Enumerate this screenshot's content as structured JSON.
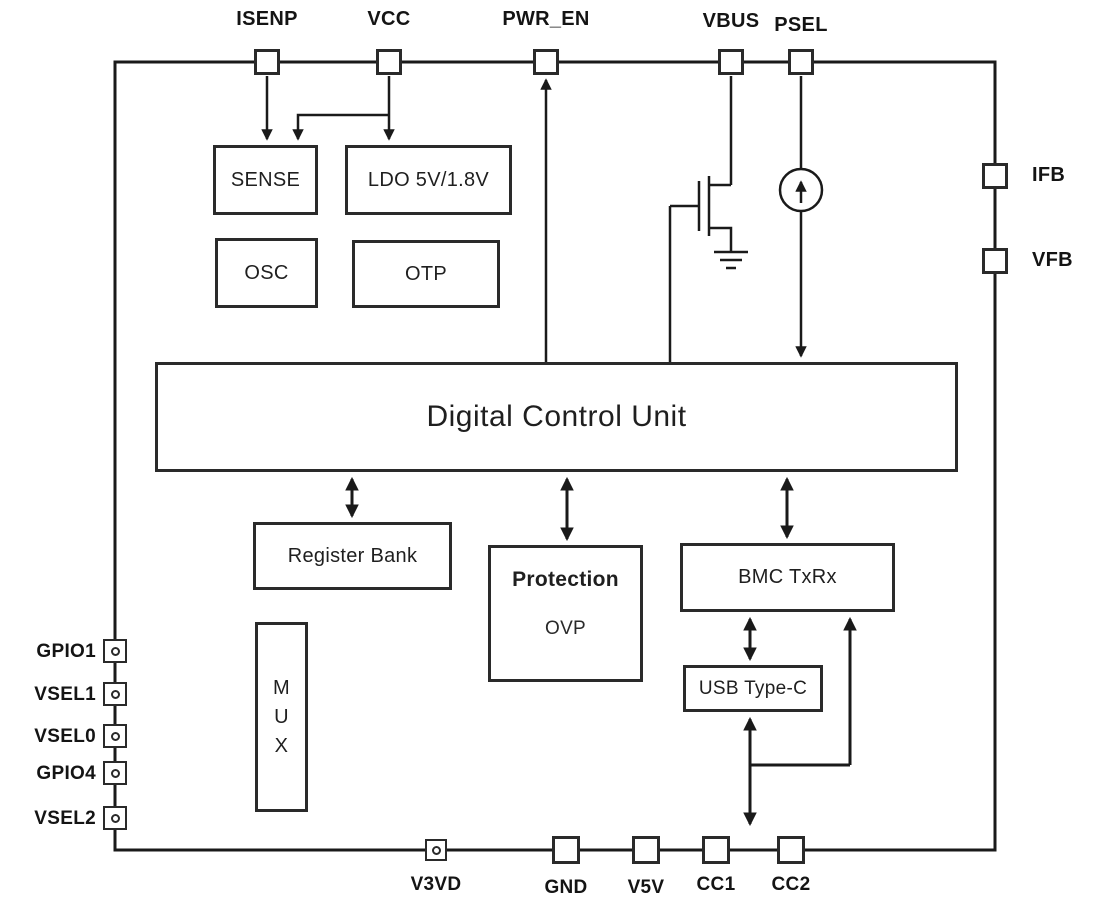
{
  "blocks": {
    "sense": "SENSE",
    "ldo": "LDO 5V/1.8V",
    "osc": "OSC",
    "otp": "OTP",
    "dcu": "Digital Control Unit",
    "register_bank": "Register Bank",
    "mux": "M\nU\nX",
    "protection": "Protection",
    "ovp": "OVP",
    "bmc": "BMC TxRx",
    "usb_typec": "USB Type-C"
  },
  "pins": {
    "top": [
      {
        "name": "ISENP"
      },
      {
        "name": "VCC"
      },
      {
        "name": "PWR_EN"
      },
      {
        "name": "VBUS"
      },
      {
        "name": "PSEL"
      }
    ],
    "right": [
      {
        "name": "IFB"
      },
      {
        "name": "VFB"
      }
    ],
    "left": [
      {
        "name": "GPIO1"
      },
      {
        "name": "VSEL1"
      },
      {
        "name": "VSEL0"
      },
      {
        "name": "GPIO4"
      },
      {
        "name": "VSEL2"
      }
    ],
    "bottom": [
      {
        "name": "V3VD"
      },
      {
        "name": "GND"
      },
      {
        "name": "V5V"
      },
      {
        "name": "CC1"
      },
      {
        "name": "CC2"
      }
    ]
  },
  "symbols": {
    "mosfet": "nmos-pass-transistor",
    "current_source": "current-source",
    "ground": "ground"
  },
  "colors": {
    "line": "#1a1a1a",
    "background": "#ffffff"
  }
}
